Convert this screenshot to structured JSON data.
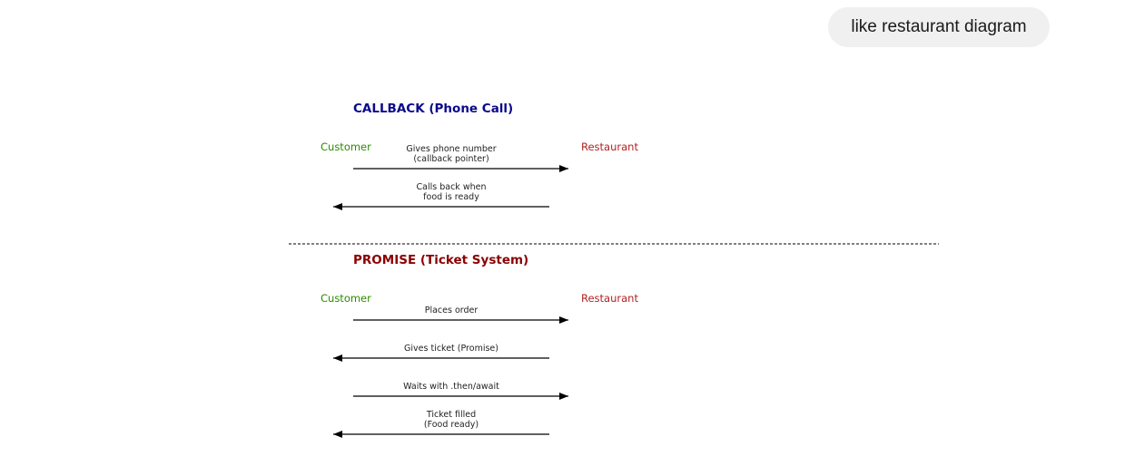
{
  "user_message": {
    "text": "like restaurant diagram"
  },
  "diagram": {
    "colors": {
      "callback_title": "#0a0a8c",
      "promise_title": "#8b0000",
      "customer": "#2e8b00",
      "restaurant": "#b22222",
      "arrow": "#000000",
      "divider": "#000000"
    },
    "sections": [
      {
        "id": "callback",
        "title": "CALLBACK (Phone Call)",
        "left_actor": "Customer",
        "right_actor": "Restaurant",
        "messages": [
          {
            "direction": "right",
            "lines": [
              "Gives phone number",
              "(callback pointer)"
            ]
          },
          {
            "direction": "left",
            "lines": [
              "Calls back when",
              "food is ready"
            ]
          }
        ]
      },
      {
        "id": "promise",
        "title": "PROMISE (Ticket System)",
        "left_actor": "Customer",
        "right_actor": "Restaurant",
        "messages": [
          {
            "direction": "right",
            "lines": [
              "Places order"
            ]
          },
          {
            "direction": "left",
            "lines": [
              "Gives ticket (Promise)"
            ]
          },
          {
            "direction": "right",
            "lines": [
              "Waits with .then/await"
            ]
          },
          {
            "direction": "left",
            "lines": [
              "Ticket filled",
              "(Food ready)"
            ]
          }
        ]
      }
    ]
  }
}
